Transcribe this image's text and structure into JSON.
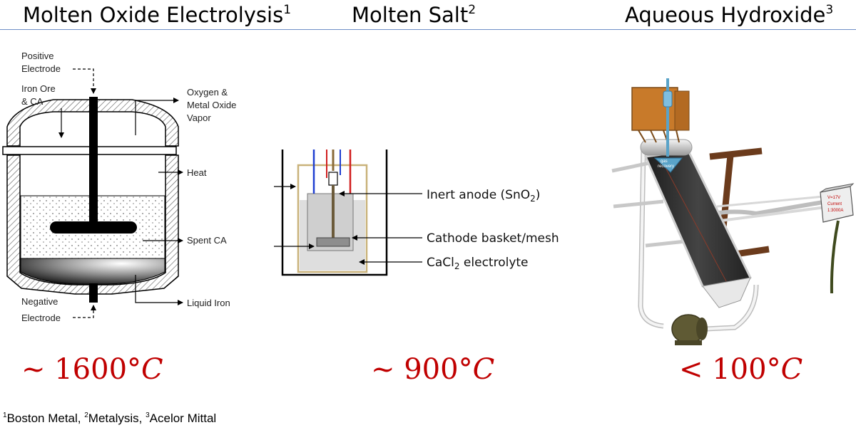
{
  "titles": {
    "moe": {
      "text": "Molten Oxide Electrolysis",
      "sup": "1"
    },
    "salt": {
      "text": "Molten Salt",
      "sup": "2"
    },
    "aqueous": {
      "text": "Aqueous Hydroxide",
      "sup": "3"
    }
  },
  "moe_labels": {
    "positive_1": "Positive",
    "positive_2": "Electrode",
    "ore_1": "Iron Ore",
    "ore_2": "& CA",
    "oxygen_1": "Oxygen &",
    "oxygen_2": "Metal Oxide",
    "oxygen_3": "Vapor",
    "heat": "Heat",
    "spent": "Spent CA",
    "negative_1": "Negative",
    "negative_2": "Electrode",
    "liquid": "Liquid Iron"
  },
  "salt_labels": {
    "anode_pre": "Inert anode (SnO",
    "anode_sub": "2",
    "anode_post": ")",
    "cathode": "Cathode basket/mesh",
    "electrolyte_pre": "CaCl",
    "electrolyte_sub": "2",
    "electrolyte_post": " electrolyte"
  },
  "aqueous_labels": {
    "box_1": "V=17V",
    "box_2": "Current",
    "box_3": "1:3000A",
    "gas_1": "gas",
    "gas_2": "recovery"
  },
  "temperatures": {
    "moe": {
      "prefix": "~ 1600°",
      "unit": "C"
    },
    "salt": {
      "prefix": "~ 900°",
      "unit": "C"
    },
    "aqueous": {
      "prefix": "< 100°",
      "unit": "C"
    }
  },
  "footnote": {
    "s1": "1",
    "t1": "Boston Metal, ",
    "s2": "2",
    "t2": "Metalysis, ",
    "s3": "3",
    "t3": "Acelor Mittal"
  },
  "colors": {
    "temperature": "#c00000",
    "rule": "#6f8fc7",
    "crucible_outline": "#c9b27a",
    "wire_blue": "#1f3fd1",
    "wire_red": "#d11f1f",
    "cell_copper": "#c87a2a",
    "frame_brown": "#6b3b1c",
    "cell_slab": "#3a3a3a"
  }
}
